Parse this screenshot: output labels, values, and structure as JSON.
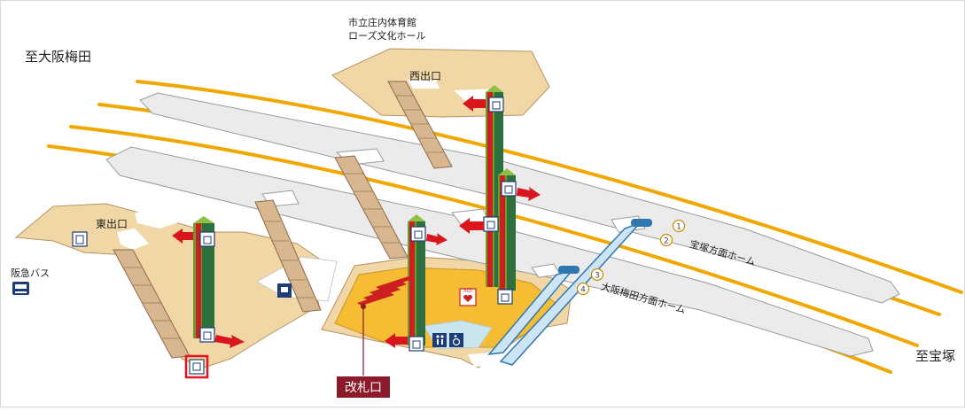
{
  "labels": {
    "to_osaka_umeda": "至大阪梅田",
    "to_takarazuka": "至宝塚",
    "gym_line1": "市立庄内体育館",
    "gym_line2": "ローズ文化ホール",
    "west_exit": "西出口",
    "east_exit": "東出口",
    "hankyu_bus": "阪急バス",
    "platform_takarazuka": "宝塚方面ホーム",
    "platform_umeda": "大阪梅田方面ホーム",
    "ticket_gate": "改札口",
    "aed": "AED"
  },
  "tracks": [
    "1",
    "2",
    "3",
    "4"
  ],
  "colors": {
    "rail": "#f0a800",
    "platform": "#ebebeb",
    "concourse": "#f2d7a6",
    "gate_area": "#f6bc33",
    "elevator_green": "#6f9a2c",
    "elevator_red": "#cc1f1f",
    "arrow": "#d9151d",
    "gate_label_bg": "#8b1a2b",
    "sign_blue": "#1e3d78"
  },
  "icons": [
    "elevator-icon",
    "escalator-icon",
    "toilet-icon",
    "wheelchair-icon",
    "aed-icon",
    "bus-icon",
    "info-icon",
    "locker-icon"
  ]
}
